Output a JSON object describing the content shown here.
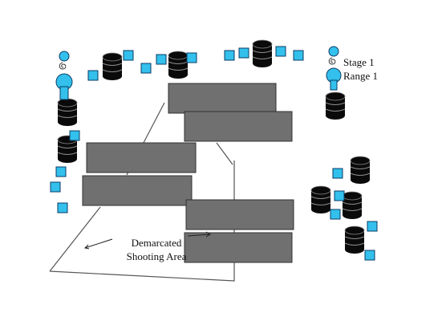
{
  "stage_label_line1": "Stage 1",
  "stage_label_line2": "Range 1",
  "area_label_line1": "Demarcated",
  "area_label_line2": "Shooting Area",
  "colors": {
    "barrel": "#0a0a0a",
    "target": "#33c0ec",
    "wall": "#707070",
    "wall_border": "#303030",
    "outline": "#555555"
  },
  "icons": {
    "barrel": "barrel-icon",
    "target": "target-icon",
    "shooter": "shooter-icon",
    "wall": "wall-block"
  }
}
